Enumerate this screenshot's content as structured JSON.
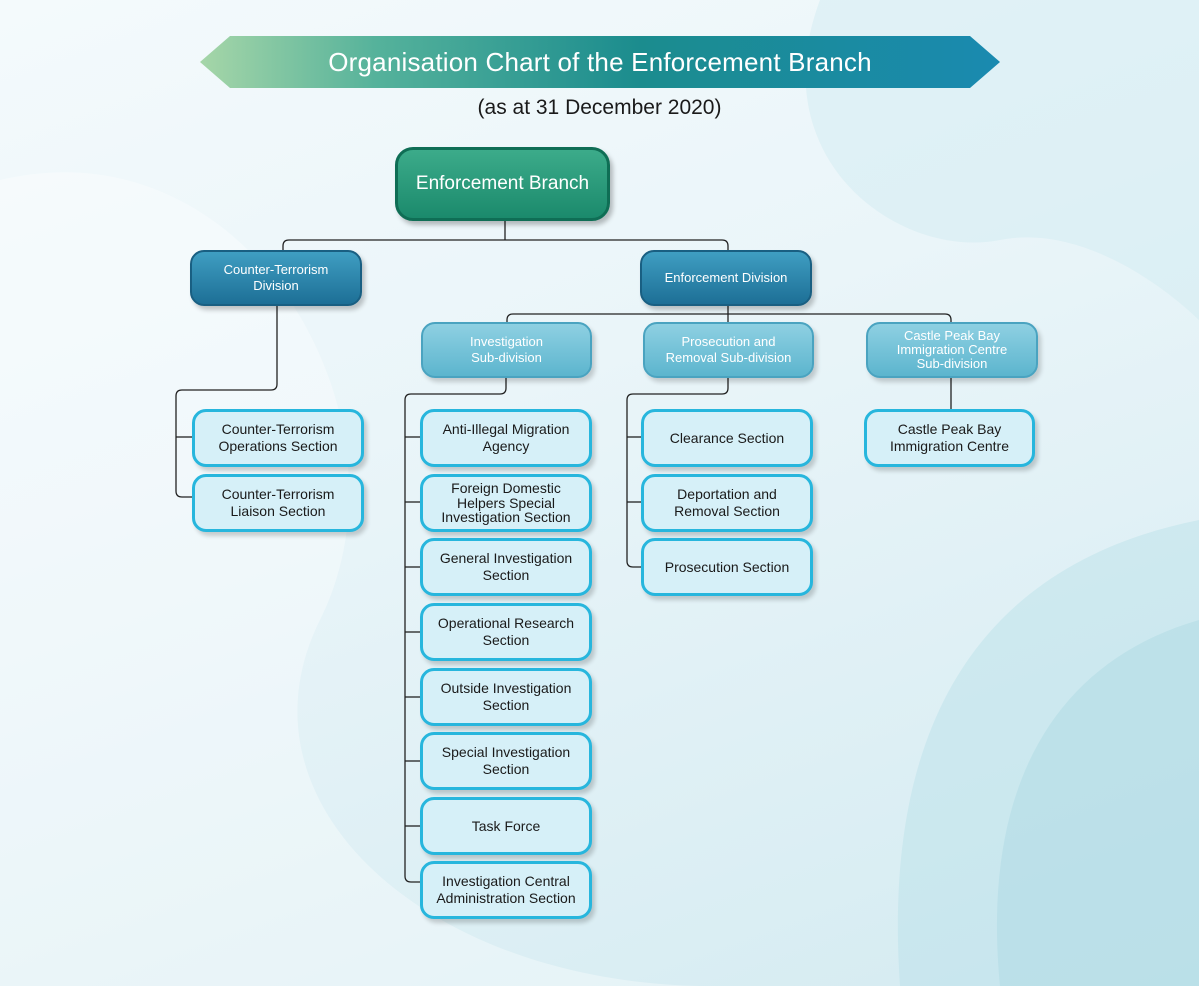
{
  "title": "Organisation Chart of the Enforcement Branch",
  "subtitle": "(as at 31 December 2020)",
  "colors": {
    "root": "#1b8a6c",
    "division": "#1d6f96",
    "subdivision": "#5cb5ce",
    "section_border": "#27b6dd",
    "section_fill": "#d6f0f8",
    "connector": "#222222"
  },
  "root": "Enforcement Branch",
  "divisions": {
    "counter_terrorism": {
      "label": [
        "Counter-Terrorism",
        "Division"
      ],
      "sections": [
        [
          "Counter-Terrorism",
          "Operations Section"
        ],
        [
          "Counter-Terrorism",
          "Liaison Section"
        ]
      ]
    },
    "enforcement": {
      "label": [
        "Enforcement Division"
      ],
      "subdivisions": {
        "investigation": {
          "label": [
            "Investigation",
            "Sub-division"
          ],
          "sections": [
            [
              "Anti-Illegal Migration",
              "Agency"
            ],
            [
              "Foreign Domestic",
              "Helpers Special",
              "Investigation Section"
            ],
            [
              "General Investigation",
              "Section"
            ],
            [
              "Operational Research",
              "Section"
            ],
            [
              "Outside Investigation",
              "Section"
            ],
            [
              "Special Investigation",
              "Section"
            ],
            [
              "Task Force"
            ],
            [
              "Investigation Central",
              "Administration Section"
            ]
          ]
        },
        "prosecution": {
          "label": [
            "Prosecution and",
            "Removal Sub-division"
          ],
          "sections": [
            [
              "Clearance Section"
            ],
            [
              "Deportation and",
              "Removal Section"
            ],
            [
              "Prosecution Section"
            ]
          ]
        },
        "castle_peak": {
          "label": [
            "Castle Peak Bay",
            "Immigration Centre",
            "Sub-division"
          ],
          "sections": [
            [
              "Castle Peak Bay",
              "Immigration Centre"
            ]
          ]
        }
      }
    }
  }
}
